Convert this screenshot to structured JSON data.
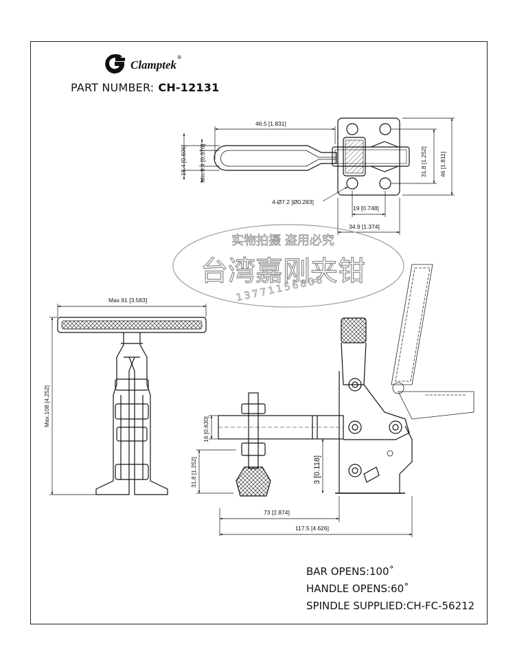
{
  "brand": {
    "name": "Clamptek",
    "registered_mark": "®"
  },
  "part": {
    "label": "PART NUMBER:",
    "number": "CH-12131"
  },
  "dimensions": {
    "top_length": "46.5 [1.831]",
    "top_width": "15.4 [0.606]",
    "top_min_width": "Min.9.4 [0.370]",
    "base_height_small": "31.8 [1.252]",
    "base_height_total": "46 [1.811]",
    "hole_spec": "4-Ø7.2 [Ø0.283]",
    "hole_spacing": "19 [0.748]",
    "base_width": "34.9 [1.374]",
    "front_max_width": "Max.91 [3.583]",
    "front_max_height": "Max.108 [4.252]",
    "side_16": "16 [0.630]",
    "side_31_8": "31.8 [1.252]",
    "side_3": "3 [0.118]",
    "side_73": "73 [2.874]",
    "side_117_5": "117.5 [4.626]"
  },
  "watermark": {
    "line1": "实物拍摄 盗用必究",
    "line2": "台湾嘉刚夹钳",
    "phone": "13771156808"
  },
  "specs": [
    "BAR OPENS:100˚",
    "HANDLE OPENS:60˚",
    "SPINDLE SUPPLIED:CH-FC-56212"
  ],
  "colors": {
    "line": "#111111",
    "watermark": "#9a9a9a"
  }
}
